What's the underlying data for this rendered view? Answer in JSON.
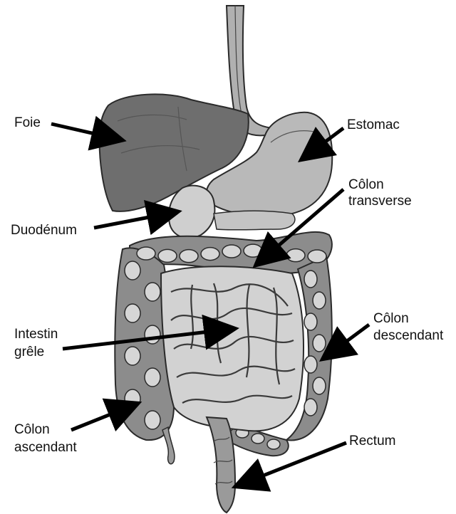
{
  "labels": {
    "foie": "Foie",
    "estomac": "Estomac",
    "colon_transverse_1": "Côlon",
    "colon_transverse_2": "transverse",
    "duodenum": "Duodénum",
    "intestin_1": "Intestin",
    "intestin_2": "grêle",
    "colon_descendant_1": "Côlon",
    "colon_descendant_2": "descendant",
    "colon_ascendant_1": "Côlon",
    "colon_ascendant_2": "ascendant",
    "rectum": "Rectum"
  },
  "colors": {
    "liver": "#6e6e6e",
    "stomach": "#b9b9b9",
    "colon": "#8c8c8c",
    "colon_pocket": "#d6d6d6",
    "intestine": "#d2d2d2",
    "outline": "#2a2a2a",
    "arrow": "#000000"
  }
}
